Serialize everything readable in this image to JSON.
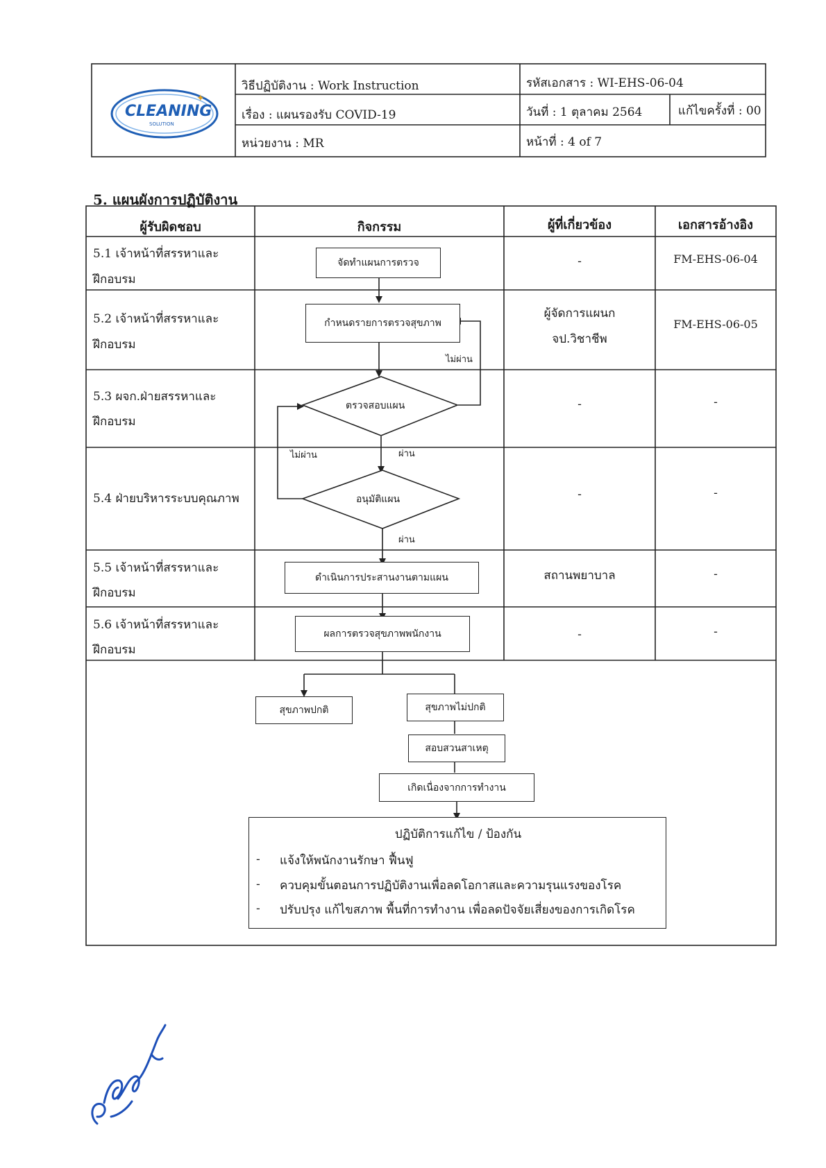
{
  "header": {
    "logo_text": "CLEANING",
    "logo_sub": "SOLUTION",
    "type_label": "วิธีปฏิบัติงาน : Work Instruction",
    "subject_label": "เรื่อง   : แผนรองรับ COVID-19",
    "department_label": "หน่วยงาน   : MR",
    "doc_code_label": "รหัสเอกสาร : WI-EHS-06-04",
    "date_label": "วันที่ : 1 ตุลาคม 2564",
    "revision_label": "แก้ไขครั้งที่ : 00",
    "page_label": "หน้าที่ :   4 of 7"
  },
  "section": {
    "title": "5.   แผนผังการปฏิบัติงาน"
  },
  "table": {
    "columns": [
      "ผู้รับผิดชอบ",
      "กิจกรรม",
      "ผู้ที่เกี่ยวข้อง",
      "เอกสารอ้างอิง"
    ],
    "rows": [
      {
        "responsible": [
          "5.1 เจ้าหน้าที่สรรหาและ",
          "ฝึกอบรม"
        ],
        "related": [
          "-"
        ],
        "reference": "FM-EHS-06-04"
      },
      {
        "responsible": [
          "5.2 เจ้าหน้าที่สรรหาและ",
          "ฝึกอบรม"
        ],
        "related": [
          "ผู้จัดการแผนก",
          "จป.วิชาชีพ"
        ],
        "reference": "FM-EHS-06-05"
      },
      {
        "responsible": [
          "5.3 ผจก.ฝ่ายสรรหาและ",
          "ฝึกอบรม"
        ],
        "related": [
          "-"
        ],
        "reference": "-"
      },
      {
        "responsible": [
          "5.4  ฝ่ายบริหารระบบคุณภาพ"
        ],
        "related": [
          "-"
        ],
        "reference": "-"
      },
      {
        "responsible": [
          "5.5 เจ้าหน้าที่สรรหาและ",
          "ฝึกอบรม"
        ],
        "related": [
          "สถานพยาบาล"
        ],
        "reference": "-"
      },
      {
        "responsible": [
          "5.6 เจ้าหน้าที่สรรหาและ",
          "ฝึกอบรม"
        ],
        "related": [
          "-"
        ],
        "reference": "-"
      }
    ]
  },
  "flow": {
    "step1": "จัดทำแผนการตรวจ",
    "step2": "กำหนดรายการตรวจสุขภาพ",
    "decision1": "ตรวจสอบแผน",
    "decision2": "อนุมัติแผน",
    "step5": "ดำเนินการประสานงานตามแผน",
    "step6": "ผลการตรวจสุขภาพพนักงาน",
    "normal": "สุขภาพปกติ",
    "abnormal": "สุขภาพไม่ปกติ",
    "investigate": "สอบสวนสาเหตุ",
    "work_related": "เกิดเนื่องจากการทำงาน",
    "fail_label": "ไม่ผ่าน",
    "pass_label": "ผ่าน",
    "action": {
      "title": "ปฏิบัติการแก้ไข / ป้องกัน",
      "bullet": "-",
      "items": [
        "แจ้งให้พนักงานรักษา ฟื้นฟู",
        "ควบคุมขั้นตอนการปฏิบัติงานเพื่อลดโอกาสและความรุนแรงของโรค",
        "ปรับปรุง แก้ไขสภาพ พื้นที่การทำงาน  เพื่อลดปัจจัยเสี่ยงของการเกิดโรค"
      ]
    }
  },
  "colors": {
    "logo_blue": "#1f5fb5",
    "logo_gold": "#e0a020",
    "ink": "#1a1a1a",
    "signature": "#1d4fb8"
  }
}
